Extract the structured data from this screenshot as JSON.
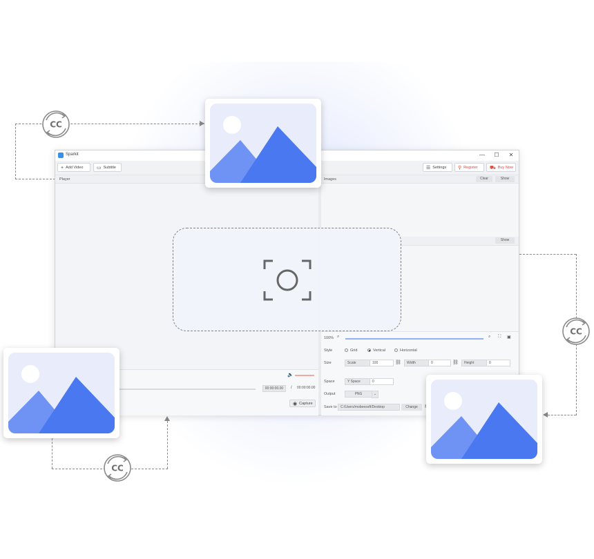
{
  "window": {
    "title": "Sparkit",
    "controls": {
      "minimize": "—",
      "maximize": "☐",
      "close": "✕"
    }
  },
  "toolbar": {
    "add_video": "Add Video",
    "subtitle": "Subtitle",
    "settings": "Settings",
    "register": "Register",
    "buy_now": "Buy Now"
  },
  "player": {
    "header": "Player",
    "time_current": "00:00:00.00",
    "time_separator": "/",
    "time_total": "00:00:00.00",
    "capture": "Capture"
  },
  "images": {
    "header": "Images",
    "clear": "Clear",
    "show": "Show",
    "show2": "Show"
  },
  "options": {
    "zoom": "100%",
    "style_label": "Style",
    "style_grid": "Grid",
    "style_vertical": "Vertical",
    "style_horizontal": "Horizontal",
    "style_selected": "Vertical",
    "size_label": "Size",
    "scale_label": "Scale",
    "scale_value": "100",
    "width_label": "Width",
    "width_value": "0",
    "height_label": "Height",
    "height_value": "0",
    "space_label": "Space",
    "yspace_label": "Y Space",
    "yspace_value": "0",
    "output_label": "Output",
    "output_value": "PNG",
    "saveto_label": "Save to",
    "saveto_path": "C:/Users/mobeesoft/Desktop",
    "change": "Change"
  },
  "decor": {
    "cc_label": "CC",
    "colors": {
      "accent_blue": "#4a78f0",
      "light_blue": "#6f93f5",
      "card_bg": "#e8ecfb",
      "red": "#e0483a"
    }
  }
}
